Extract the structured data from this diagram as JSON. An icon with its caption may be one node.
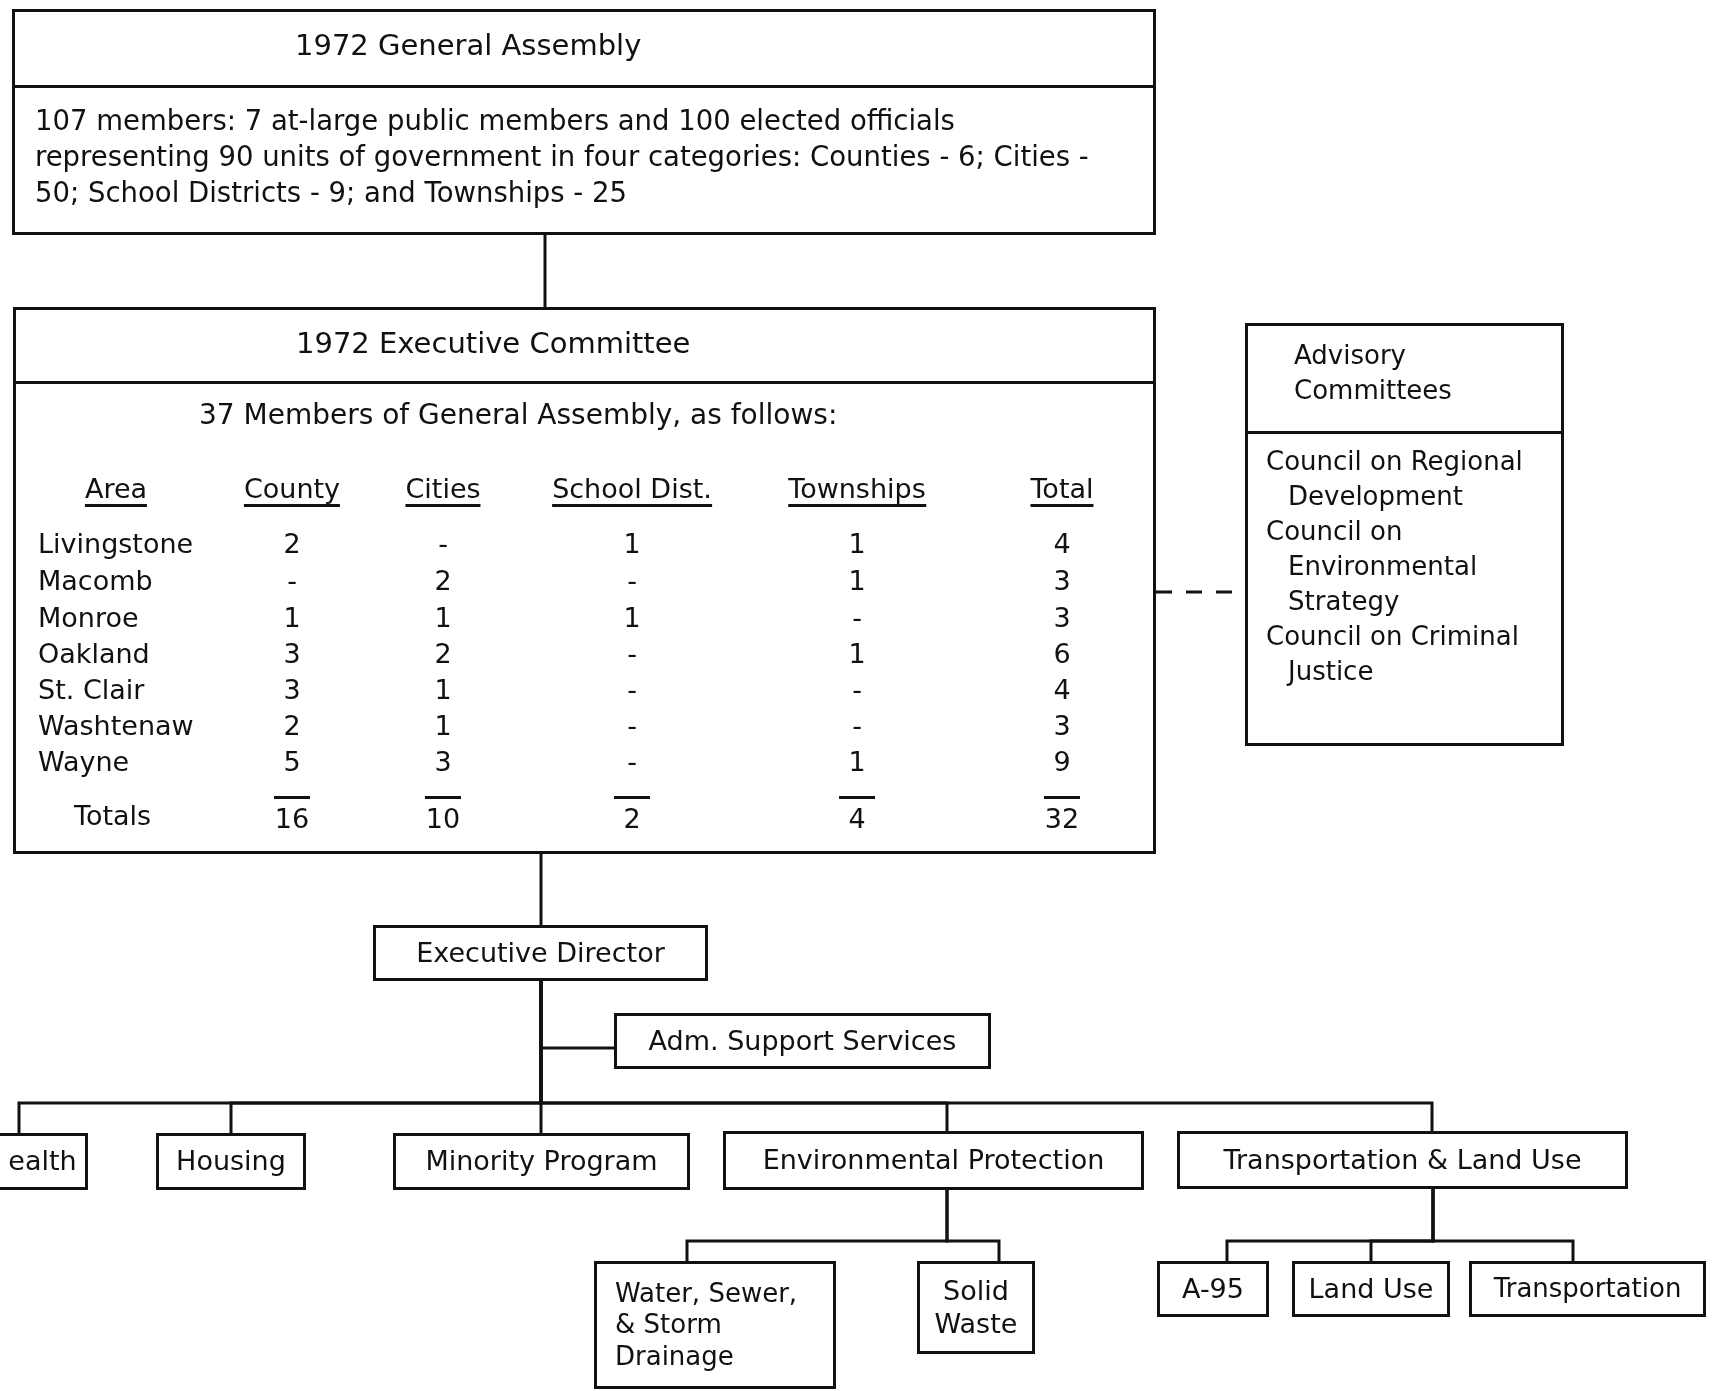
{
  "diagram": {
    "nodes": [
      {
        "text": [
          "1972 General Assembly",
          "107 members: 7 at-large public members and 100 elected officials representing 90 units of government in four categories: Counties - 6; Cities - 50; School Districts - 9; and Townships - 25"
        ]
      },
      {
        "text": [
          "1972 Executive Committee",
          "37 Members of General Assembly, as follows:"
        ]
      },
      {
        "text": [
          "Advisory Committees",
          "Council on Regional Development",
          "Council on Environmental Strategy",
          "Council on Criminal Justice"
        ]
      },
      {
        "text": [
          "Executive Director"
        ]
      },
      {
        "text": [
          "Adm. Support Services"
        ]
      },
      {
        "text": [
          "ealth"
        ]
      },
      {
        "text": [
          "Housing"
        ]
      },
      {
        "text": [
          "Minority Program"
        ]
      },
      {
        "text": [
          "Environmental Protection"
        ]
      },
      {
        "text": [
          "Transportation & Land Use"
        ]
      },
      {
        "text": [
          "Water, Sewer, & Storm Drainage"
        ]
      },
      {
        "text": [
          "Solid Waste"
        ]
      },
      {
        "text": [
          "A-95"
        ]
      },
      {
        "text": [
          "Land Use"
        ]
      },
      {
        "text": [
          "Transportation"
        ]
      }
    ],
    "edges": [
      {
        "from": 0,
        "to": 1,
        "arrow": "none"
      },
      {
        "from": 1,
        "to": 2,
        "arrow": "none",
        "style": "dashed"
      },
      {
        "from": 1,
        "to": 3,
        "arrow": "none"
      },
      {
        "from": 3,
        "to": 4,
        "arrow": "none"
      },
      {
        "from": 3,
        "to": 5,
        "arrow": "none"
      },
      {
        "from": 3,
        "to": 6,
        "arrow": "none"
      },
      {
        "from": 3,
        "to": 7,
        "arrow": "none"
      },
      {
        "from": 3,
        "to": 8,
        "arrow": "none"
      },
      {
        "from": 3,
        "to": 9,
        "arrow": "none"
      },
      {
        "from": 8,
        "to": 10,
        "arrow": "none"
      },
      {
        "from": 8,
        "to": 11,
        "arrow": "none"
      },
      {
        "from": 9,
        "to": 12,
        "arrow": "none"
      },
      {
        "from": 9,
        "to": 13,
        "arrow": "none"
      },
      {
        "from": 9,
        "to": 14,
        "arrow": "none"
      }
    ],
    "labels": [
      "Area",
      "County",
      "Cities",
      "School Dist.",
      "Townships",
      "Total",
      "Livingstone",
      "2",
      "-",
      "1",
      "1",
      "4",
      "Macomb",
      "-",
      "2",
      "-",
      "1",
      "3",
      "Monroe",
      "1",
      "1",
      "1",
      "-",
      "3",
      "Oakland",
      "3",
      "2",
      "-",
      "1",
      "6",
      "St. Clair",
      "3",
      "1",
      "-",
      "-",
      "4",
      "Washtenaw",
      "2",
      "1",
      "-",
      "-",
      "3",
      "Wayne",
      "5",
      "3",
      "-",
      "1",
      "9",
      "Totals",
      "16",
      "10",
      "2",
      "4",
      "32"
    ]
  }
}
